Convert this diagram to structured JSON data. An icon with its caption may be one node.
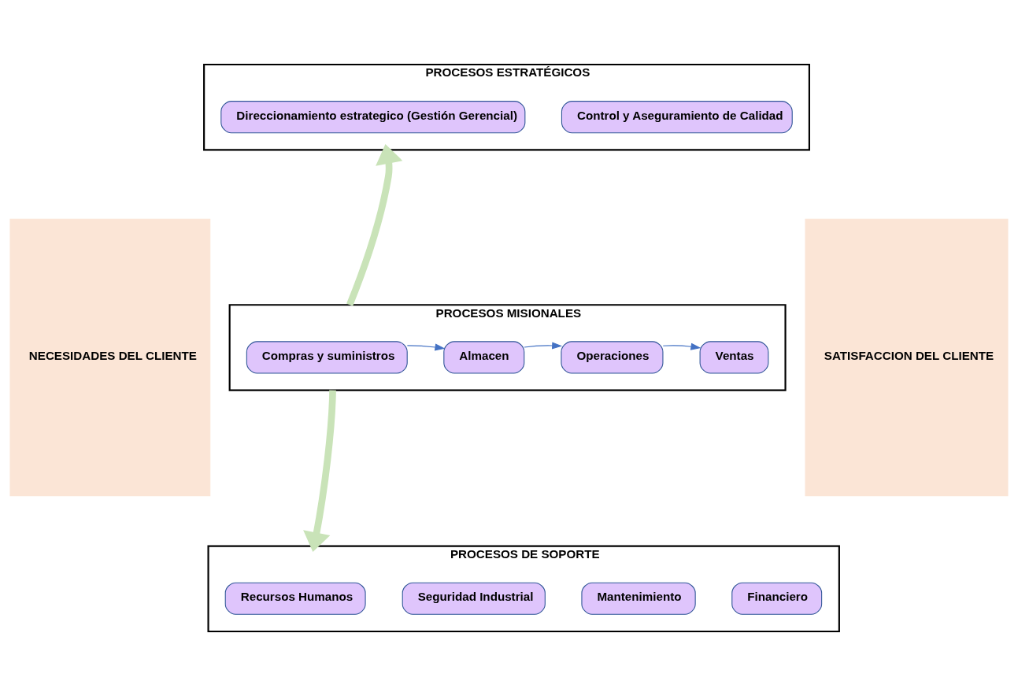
{
  "diagram": {
    "nodes": [
      {
        "text": [
          "NECESIDADES DEL CLIENTE"
        ]
      },
      {
        "text": [
          "PROCESOS ESTRATÉGICOS"
        ]
      },
      {
        "text": [
          "Direccionamiento estrategico (Gestión Gerencial)"
        ],
        "in": 1
      },
      {
        "text": [
          "Control y Aseguramiento de Calidad"
        ],
        "in": 1
      },
      {
        "text": [
          "PROCESOS MISIONALES"
        ]
      },
      {
        "text": [
          "Compras y suministros"
        ],
        "in": 4
      },
      {
        "text": [
          "Almacen"
        ],
        "in": 4
      },
      {
        "text": [
          "Operaciones"
        ],
        "in": 4
      },
      {
        "text": [
          "Ventas"
        ],
        "in": 4
      },
      {
        "text": [
          "PROCESOS DE SOPORTE"
        ]
      },
      {
        "text": [
          "Recursos Humanos"
        ],
        "in": 9
      },
      {
        "text": [
          "Seguridad Industrial"
        ],
        "in": 9
      },
      {
        "text": [
          "Mantenimiento"
        ],
        "in": 9
      },
      {
        "text": [
          "Financiero"
        ],
        "in": 9
      },
      {
        "text": [
          "SATISFACCION DEL CLIENTE"
        ]
      }
    ],
    "edges": [
      {
        "from": 5,
        "to": 6,
        "arrow": "to"
      },
      {
        "from": 6,
        "to": 7,
        "arrow": "to"
      },
      {
        "from": 7,
        "to": 8,
        "arrow": "to"
      },
      {
        "from": 4,
        "to": 1,
        "arrow": "to",
        "style": "thick",
        "color": "#c9e3b8"
      },
      {
        "from": 4,
        "to": 9,
        "arrow": "to",
        "style": "thick",
        "color": "#c9e3b8"
      }
    ]
  }
}
